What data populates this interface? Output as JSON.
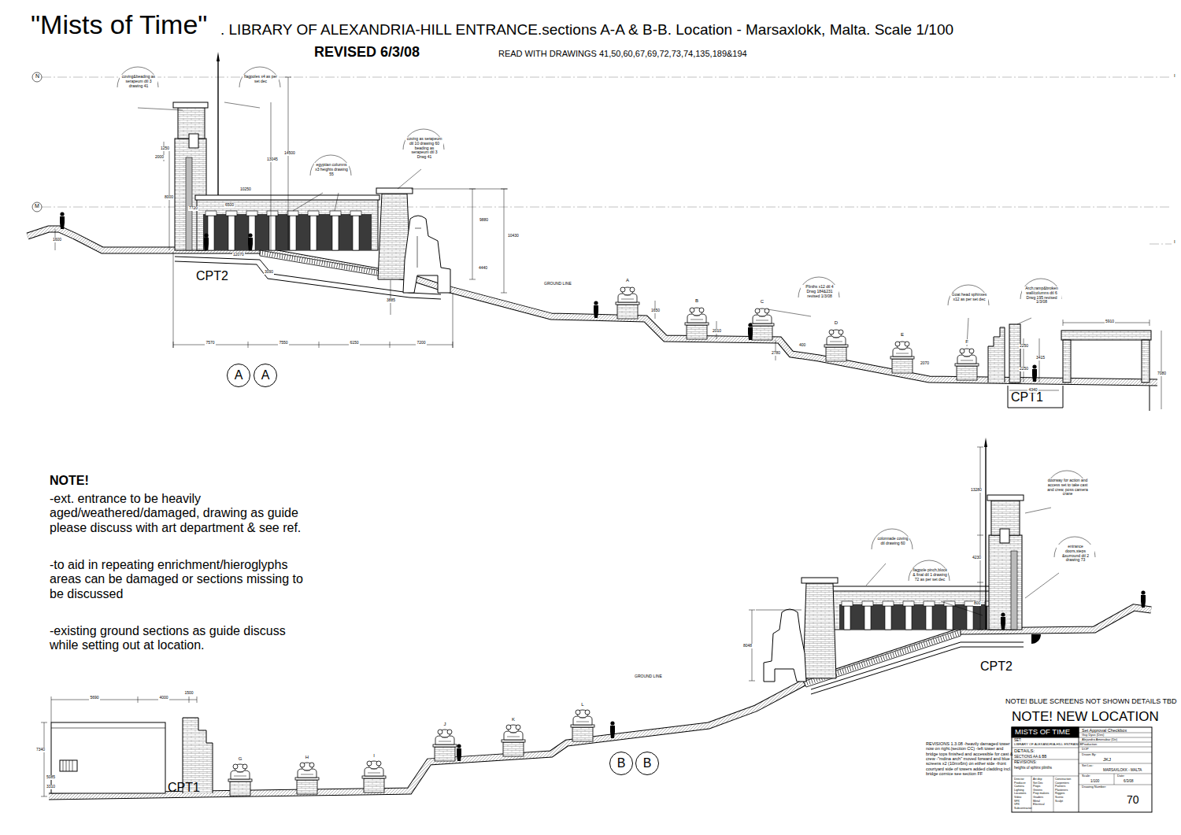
{
  "diagram": {
    "title": "\"Mists of Time\"",
    "nodes": [
      {
        "text": [
          "A"
        ]
      },
      {
        "text": [
          "A"
        ]
      },
      {
        "text": [
          "B"
        ]
      },
      {
        "text": [
          "B"
        ]
      }
    ],
    "labels": [
      ". LIBRARY OF ALEXANDRIA-HILL ENTRANCE.sections A-A & B-B. Location - Marsaxlokk, Malta. Scale 1/100",
      "REVISED 6/3/08",
      "READ WITH DRAWINGS 41,50,60,67,69,72,73,74,135,189&194",
      "N",
      "M",
      "I",
      "I",
      "coving&beading as serapeum dtl 3 drawing 41",
      "flagpoles x4 as per set dec",
      "egyptian columns x3 heights drawing 55",
      "coving as serapeum dtl 10 drawing 60 beading as serapeum dtl 3 Drwg 41",
      "Plinths x12 dtl 4 Drwg 184&231 revised 1/3/08",
      "Goat head sphinxes x12 as per set dec",
      "Arch,ramp&broken wall/columns dtl 6 Drwg 195 revised 1/3/08",
      "GROUND LINE",
      "CPT2",
      "CPT1",
      "A",
      "B",
      "C",
      "D",
      "E",
      "F",
      "1600",
      "7570",
      "7550",
      "6150",
      "7200",
      "1250",
      "2000",
      "8000",
      "14500",
      "13045",
      "10250",
      "6500",
      "7720",
      "12070",
      "3090",
      "9880",
      "10430",
      "4440",
      "3885",
      "1650",
      "2010",
      "2780",
      "400",
      "2070",
      "2250",
      "3415",
      "2250",
      "4340",
      "5910",
      "7080",
      "5690",
      "4000",
      "1500",
      "7340",
      "5085",
      "3310",
      "8048",
      "13280",
      "4230",
      "800",
      "CPT1",
      "CPT2",
      "GROUND LINE",
      "G",
      "H",
      "I",
      "J",
      "K",
      "L",
      "colonnade coving dtl drawing 60",
      "flagpole pinch,block & final dtl 1 drawing 72 as per set dec",
      "doorway for action and access set to take cast and crew, poss camera crane",
      "entrance doors,steps &surround dtl 2 drawing 73",
      "NOTE!",
      "-ext. entrance to be heavily aged/weathered/damaged, drawing as guide please discuss with art department & see ref.",
      "-to aid in repeating enrichment/hieroglyphs areas can be damaged or sections missing to be discussed",
      "-existing ground sections as guide discuss while setting out at location.",
      "NOTE!  BLUE SCREENS NOT SHOWN DETAILS TBD",
      "NOTE! NEW LOCATION",
      "REVISIONS 1.3.08 -heavily damaged tower now on right.(section CC) -left tower and bridge tops finished and accessible for cast & crew -\"mdina arch\" moved forward and blue screens x2 (10mx6m) on either side -front courtyard side of towers added cladding incl. bridge cornice see section FF",
      "MISTS OF TIME",
      "SET:",
      "LIBRARY OF ALEXANDRIA-HILL ENTRANCE",
      "DETAILS:",
      "SECTIONS AA & BB",
      "REVISIONS:",
      "heights of sphinx plinths",
      "Set Approval Checkbox",
      "Guy Dyas (Des)",
      "Alejandro Amenabar (Dir)",
      "Production",
      "DOP",
      "Drawn By:",
      "JKJ",
      "Set Loc:",
      "MARSAXLOKK - MALTA",
      "Scale:",
      "1/100",
      "Date:",
      "6/3/08",
      "Drawing Number:",
      "70",
      "Director",
      "Producer",
      "Camera",
      "Lighting",
      "Locations",
      "Video",
      "SFX",
      "VFX",
      "Subcontractor",
      "Art dep",
      "Set Dec",
      "Props",
      "Greens",
      "Prop makers",
      "Graders",
      "Metal",
      "Electrical",
      "Construction",
      "Carpenters",
      "Painters",
      "Plasterers",
      "Riggers",
      "Scenic",
      "Sculpt"
    ]
  }
}
